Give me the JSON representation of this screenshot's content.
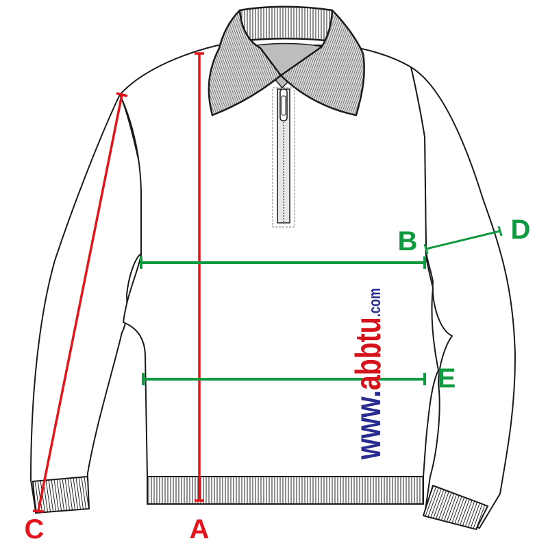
{
  "diagram": {
    "garment": "quarter-zip-sweater",
    "measurement_labels": {
      "A": "A",
      "B": "B",
      "C": "C",
      "D": "D",
      "E": "E"
    },
    "watermark": {
      "prefix": "www.",
      "brand": "abbtu",
      "suffix": ".com"
    },
    "colors": {
      "outline": "#1a1a1a",
      "red_measure": "#e3141b",
      "green_measure": "#0f9a3f",
      "watermark_blue": "#2a2b8f",
      "watermark_red": "#d4121b",
      "collar_fill": "#bdbdbd"
    }
  }
}
